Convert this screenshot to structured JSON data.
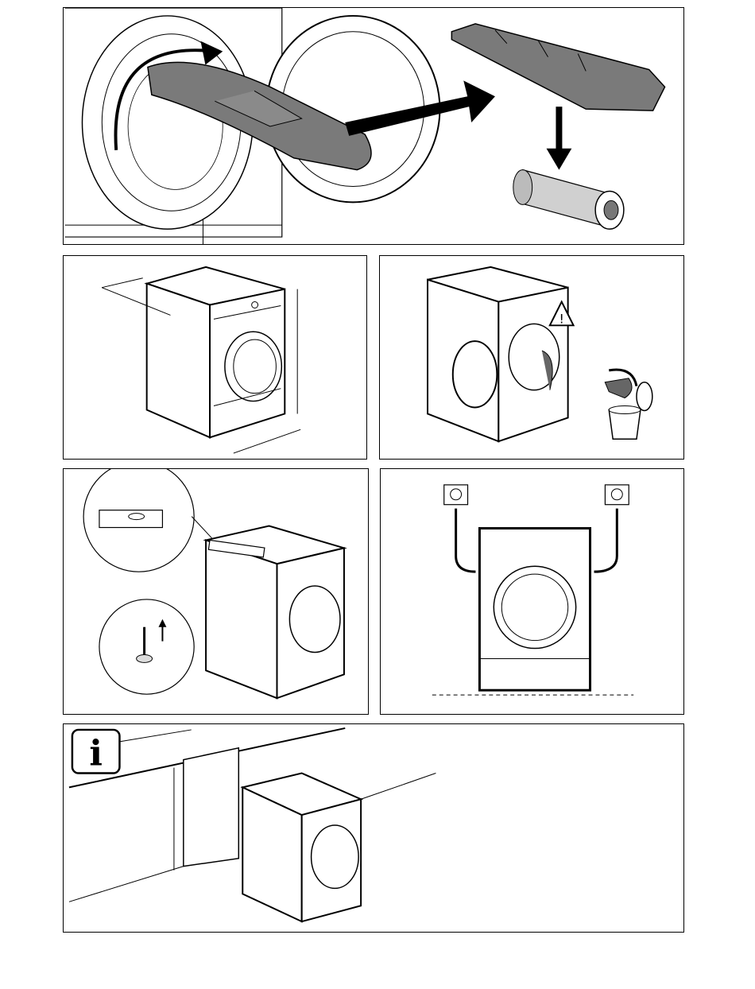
{
  "page": {
    "type": "appliance-installation-pictograms",
    "panel_count": 6
  },
  "panels": [
    {
      "id": "filter-removal",
      "icon": "filter-removal-icon"
    },
    {
      "id": "dimensions",
      "icon": "dimensions-icon"
    },
    {
      "id": "remove-packaging",
      "icon": "warning-icon"
    },
    {
      "id": "levelling",
      "icon": "spirit-level-icon"
    },
    {
      "id": "electrical-connection",
      "icon": "socket-icon"
    },
    {
      "id": "installation-space",
      "icon": "info-icon"
    }
  ],
  "info_badge": {
    "letter": "i"
  },
  "colors": {
    "line": "#000000",
    "fill_grey": "#7a7a7a",
    "fill_light": "#d9d9d9",
    "background": "#ffffff"
  }
}
